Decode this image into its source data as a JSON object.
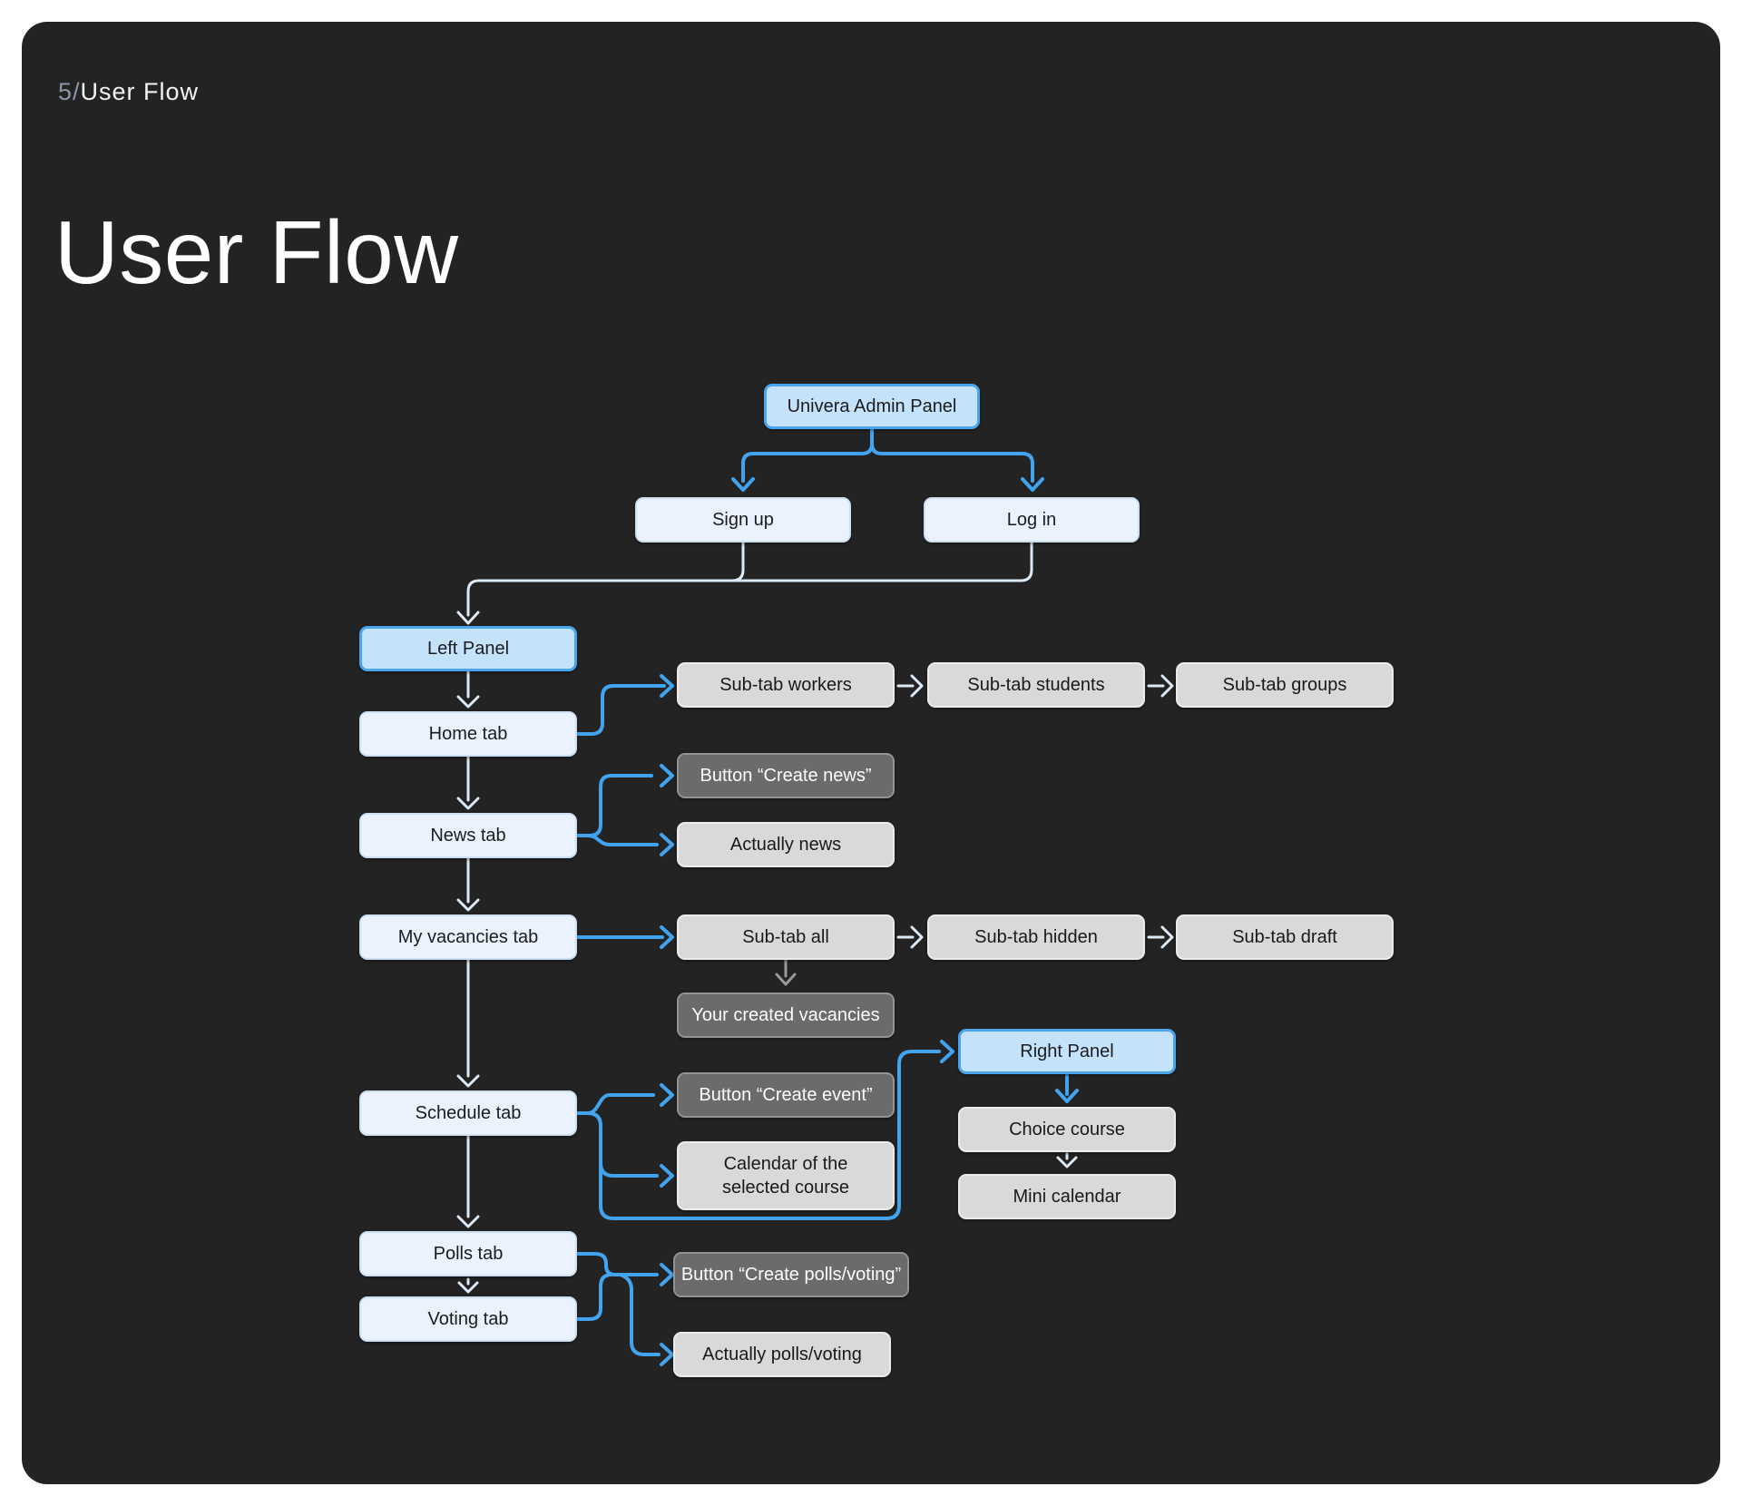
{
  "page": {
    "eyebrow_number": "5/",
    "eyebrow_title": "User Flow",
    "title": "User Flow"
  },
  "colors": {
    "page_background": "#ffffff",
    "canvas_background": "#232323",
    "accent_blue": "#42a3ee",
    "highlight_node_fill": "#c5e2fc",
    "highlight_node_border": "#4aa5ee",
    "light_node_fill": "#e9f2fd",
    "gray_node_fill": "#d9d9d9",
    "dark_node_fill": "#6b6b6b",
    "connector_light": "#dce9f6",
    "connector_gray": "#9b9b9b"
  },
  "nodes": {
    "univera": {
      "label": "Univera Admin Panel"
    },
    "signup": {
      "label": "Sign up"
    },
    "login": {
      "label": "Log in"
    },
    "left_panel": {
      "label": "Left Panel"
    },
    "home": {
      "label": "Home tab"
    },
    "news": {
      "label": "News tab"
    },
    "vacancies": {
      "label": "My vacancies tab"
    },
    "schedule": {
      "label": "Schedule tab"
    },
    "polls": {
      "label": "Polls tab"
    },
    "voting": {
      "label": "Voting tab"
    },
    "subtab_workers": {
      "label": "Sub-tab workers"
    },
    "subtab_students": {
      "label": "Sub-tab students"
    },
    "subtab_groups": {
      "label": "Sub-tab groups"
    },
    "btn_create_news": {
      "label": "Button “Create news”"
    },
    "actually_news": {
      "label": "Actually news"
    },
    "subtab_all": {
      "label": "Sub-tab all"
    },
    "subtab_hidden": {
      "label": "Sub-tab hidden"
    },
    "subtab_draft": {
      "label": "Sub-tab draft"
    },
    "your_created_vacancies": {
      "label": "Your created vacancies"
    },
    "btn_create_event": {
      "label": "Button “Create event”"
    },
    "calendar_course": {
      "label": "Calendar of the selected course"
    },
    "right_panel": {
      "label": "Right Panel"
    },
    "choice_course": {
      "label": "Choice course"
    },
    "mini_calendar": {
      "label": "Mini calendar"
    },
    "btn_create_polls": {
      "label": "Button “Create polls/voting”"
    },
    "actually_polls": {
      "label": "Actually polls/voting"
    }
  }
}
